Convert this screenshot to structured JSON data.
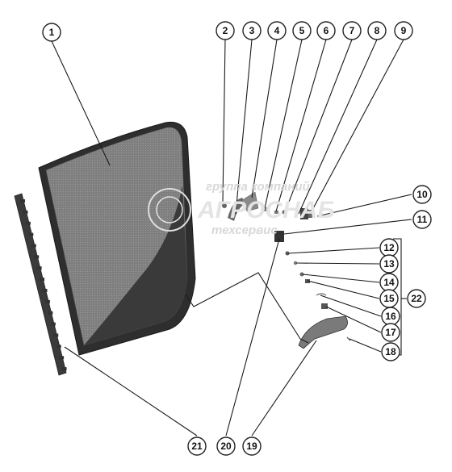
{
  "callouts": [
    {
      "id": "1",
      "label": "1"
    },
    {
      "id": "2",
      "label": "2"
    },
    {
      "id": "3",
      "label": "3"
    },
    {
      "id": "4",
      "label": "4"
    },
    {
      "id": "5",
      "label": "5"
    },
    {
      "id": "6",
      "label": "6"
    },
    {
      "id": "7",
      "label": "7"
    },
    {
      "id": "8",
      "label": "8"
    },
    {
      "id": "9",
      "label": "9"
    },
    {
      "id": "10",
      "label": "10"
    },
    {
      "id": "11",
      "label": "11"
    },
    {
      "id": "12",
      "label": "12"
    },
    {
      "id": "13",
      "label": "13"
    },
    {
      "id": "14",
      "label": "14"
    },
    {
      "id": "15",
      "label": "15"
    },
    {
      "id": "16",
      "label": "16"
    },
    {
      "id": "17",
      "label": "17"
    },
    {
      "id": "18",
      "label": "18"
    },
    {
      "id": "19",
      "label": "19"
    },
    {
      "id": "20",
      "label": "20"
    },
    {
      "id": "21",
      "label": "21"
    },
    {
      "id": "22",
      "label": "22"
    }
  ],
  "watermark": {
    "line1": "группа компаний",
    "line2": "АГРОСНАБ",
    "line3": "техсервис"
  }
}
